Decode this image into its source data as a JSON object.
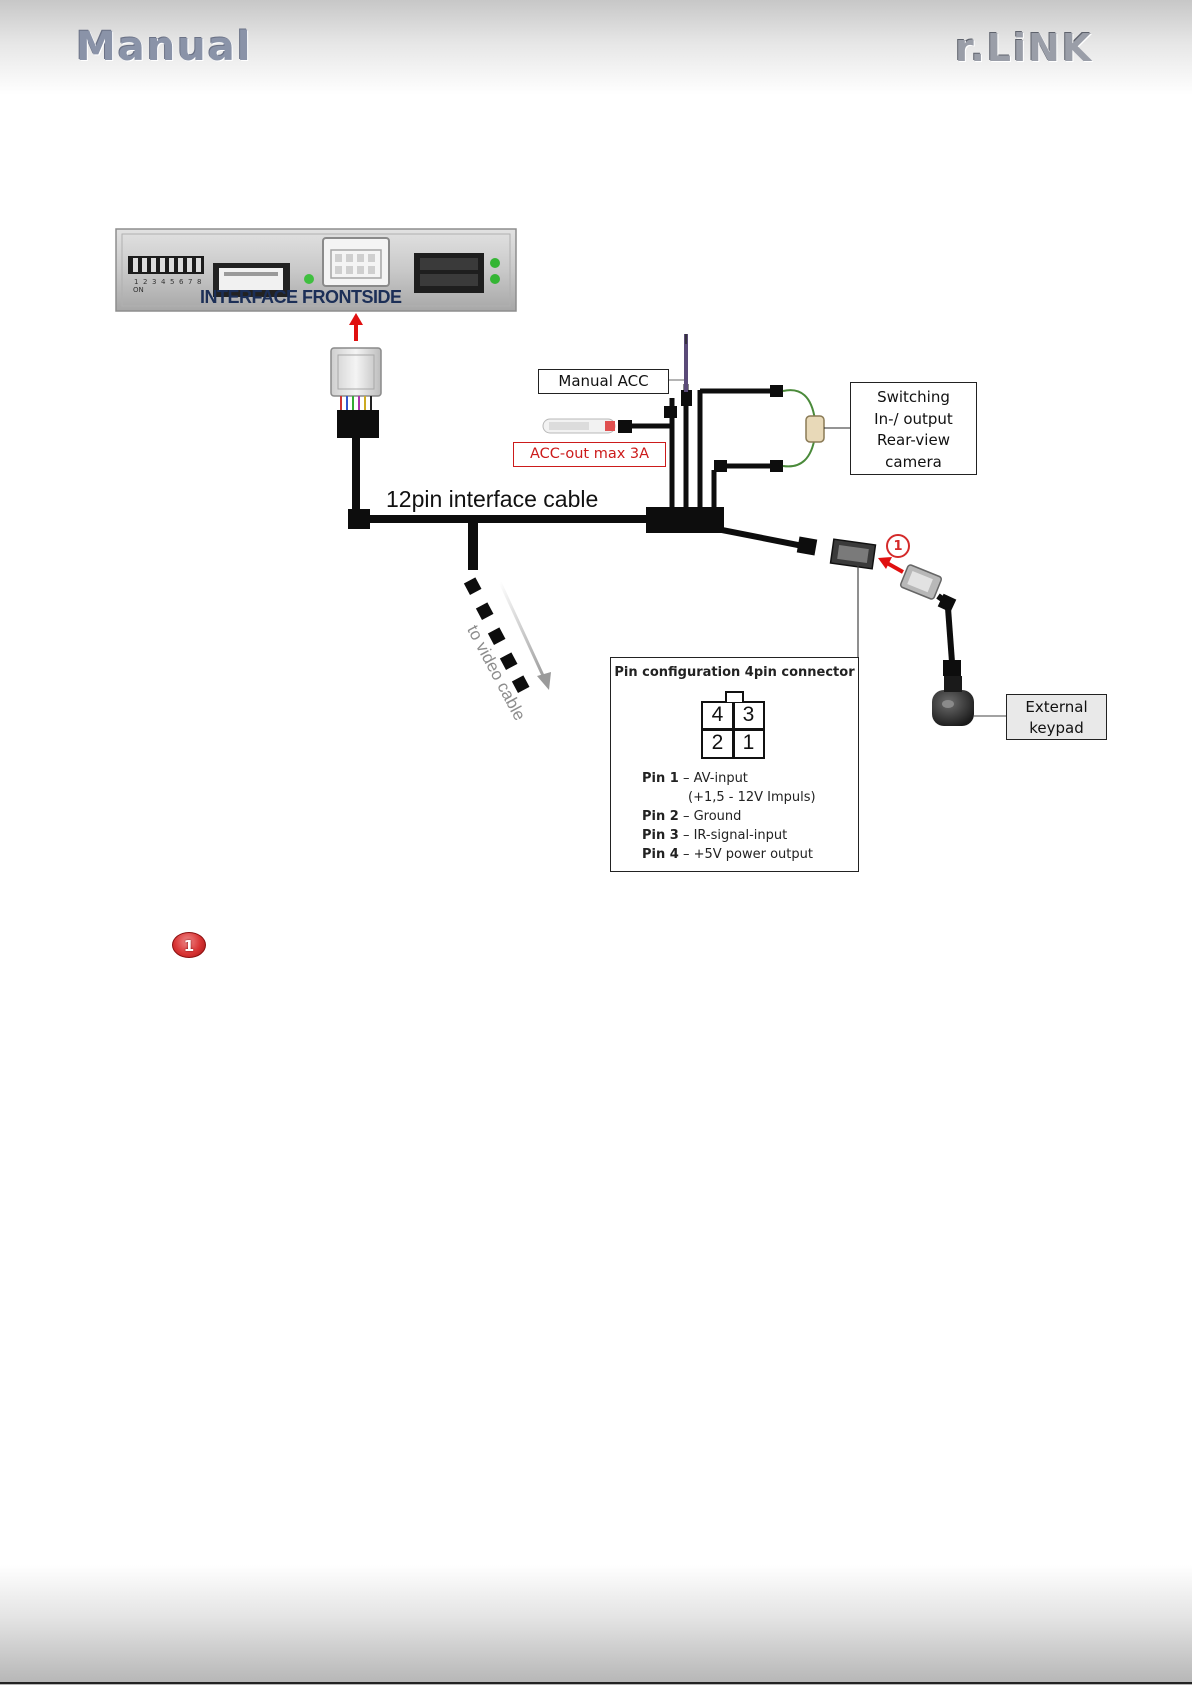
{
  "header": {
    "left_logo": "Manual",
    "right_logo": "r.LiNK"
  },
  "interface": {
    "frontside_label": "INTERFACE FRONTSIDE",
    "dip_switch_labels": [
      "1",
      "2",
      "3",
      "4",
      "5",
      "6",
      "7",
      "8"
    ],
    "dip_on_label": "ON"
  },
  "labels": {
    "manual_acc": "Manual ACC",
    "acc_out": "ACC-out max 3A",
    "switching_line1": "Switching",
    "switching_line2": "In-/ output",
    "switching_line3": "Rear-view",
    "switching_line4": "camera",
    "cable_title": "12pin interface cable",
    "to_video": "to video cable",
    "keypad_line1": "External",
    "keypad_line2": "keypad",
    "badge_number": "1"
  },
  "pin_config": {
    "title": "Pin configuration 4pin connector",
    "grid": [
      "4",
      "3",
      "2",
      "1"
    ],
    "pins": [
      {
        "pin": "Pin 1",
        "desc": "– AV-input"
      },
      {
        "pin": "",
        "desc": "(+1,5 - 12V Impuls)"
      },
      {
        "pin": "Pin 2",
        "desc": "– Ground"
      },
      {
        "pin": "Pin 3",
        "desc": "– IR-signal-input"
      },
      {
        "pin": "Pin 4",
        "desc": "– +5V power output"
      }
    ]
  },
  "colors": {
    "arrow_red": "#e01010",
    "cable_black": "#0d0d0d",
    "wire_green": "#4a8a3a",
    "wire_purple": "#5a4a78",
    "label_red": "#cc1b1b"
  }
}
